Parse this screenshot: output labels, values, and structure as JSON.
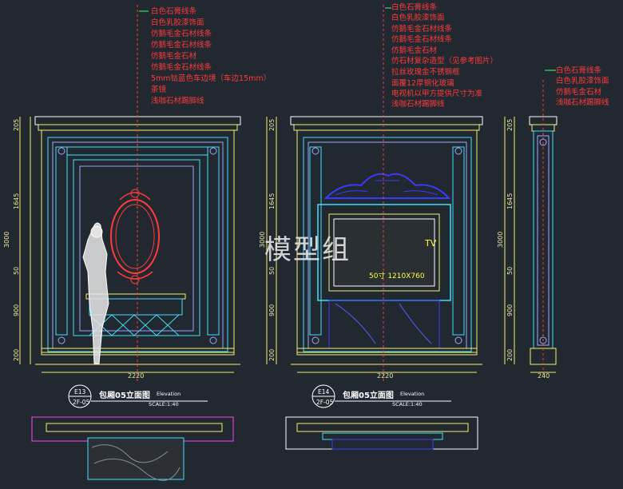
{
  "left_notes": [
    "白色石膏线条",
    "白色乳胶漆饰面",
    "仿鹅毛金石材线条",
    "仿鹅毛金石材线条",
    "仿鹅毛金石材",
    "仿鹅毛金石材线条",
    "5mm钴蓝色车边境（车边15mm）",
    "茶镜",
    "浅咖石材踢脚线"
  ],
  "mid_notes": [
    "白色石膏线条",
    "白色乳胶漆饰面",
    "仿鹅毛金石材线条",
    "仿鹅毛金石材线条",
    "仿鹅毛金石材",
    "仿石材复杂造型（见参考图片）",
    "拉丝玫瑰金不锈钢框",
    "面覆12厚钢化玻璃",
    "电视机以甲方提供尺寸为准",
    "浅咖石材踢脚线"
  ],
  "right_notes": [
    "白色石膏线条",
    "白色乳胶漆饰面",
    "仿鹅毛金石材",
    "浅咖石材踢脚线"
  ],
  "dims_vertical": [
    "205",
    "1645",
    "3000",
    "50",
    "900",
    "200"
  ],
  "width_main": "2220",
  "width_side": "240",
  "tv_label": "TV",
  "tv_size": "50寸 1210X760",
  "watermark": "模型组",
  "drawings": [
    {
      "code": "E13",
      "sheet": "2F-05",
      "title": "包厢05立面图",
      "type": "Elevation",
      "scale": "SCALE:1:40"
    },
    {
      "code": "E14",
      "sheet": "2F-05",
      "title": "包厢05立面图",
      "type": "Elevation",
      "scale": "SCALE:1:40"
    }
  ],
  "colors": {
    "bg": "#212830",
    "cyan": "#40e0ff",
    "yellow": "#f2f26a",
    "red": "#ff3b3b",
    "blue": "#3a3aff",
    "white": "#ffffff",
    "green": "#40ff80"
  }
}
